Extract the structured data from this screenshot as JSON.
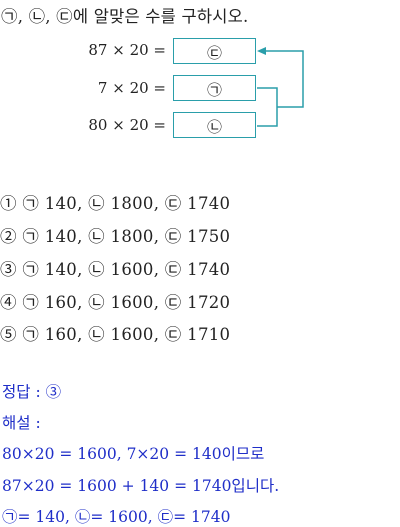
{
  "question": "㉠, ㉡, ㉢에 알맞은 수를 구하시오.",
  "diagram": {
    "rows": [
      {
        "expr": "87 × 20 =",
        "box": "㉢"
      },
      {
        "expr": "7 × 20 =",
        "box": "㉠"
      },
      {
        "expr": "80 × 20 =",
        "box": "㉡"
      }
    ],
    "connector_color": "#2a9eaa"
  },
  "choices": [
    "① ㉠ 140,  ㉡ 1800,  ㉢ 1740",
    "② ㉠ 140,  ㉡ 1800,  ㉢ 1750",
    "③ ㉠ 140,  ㉡ 1600,  ㉢ 1740",
    "④ ㉠ 160,  ㉡ 1600,  ㉢ 1720",
    "⑤ ㉠ 160,  ㉡ 1600,  ㉢ 1710"
  ],
  "answer": "정답 : ③",
  "explanation": {
    "heading": "해설 :",
    "lines": [
      "80×20 = 1600,  7×20 = 140이므로",
      "87×20 = 1600 + 140 = 1740입니다.",
      "㉠= 140,  ㉡= 1600,  ㉢= 1740"
    ]
  },
  "colors": {
    "text": "#222222",
    "accent": "#1f2ec8",
    "box": "#2a9eaa"
  }
}
